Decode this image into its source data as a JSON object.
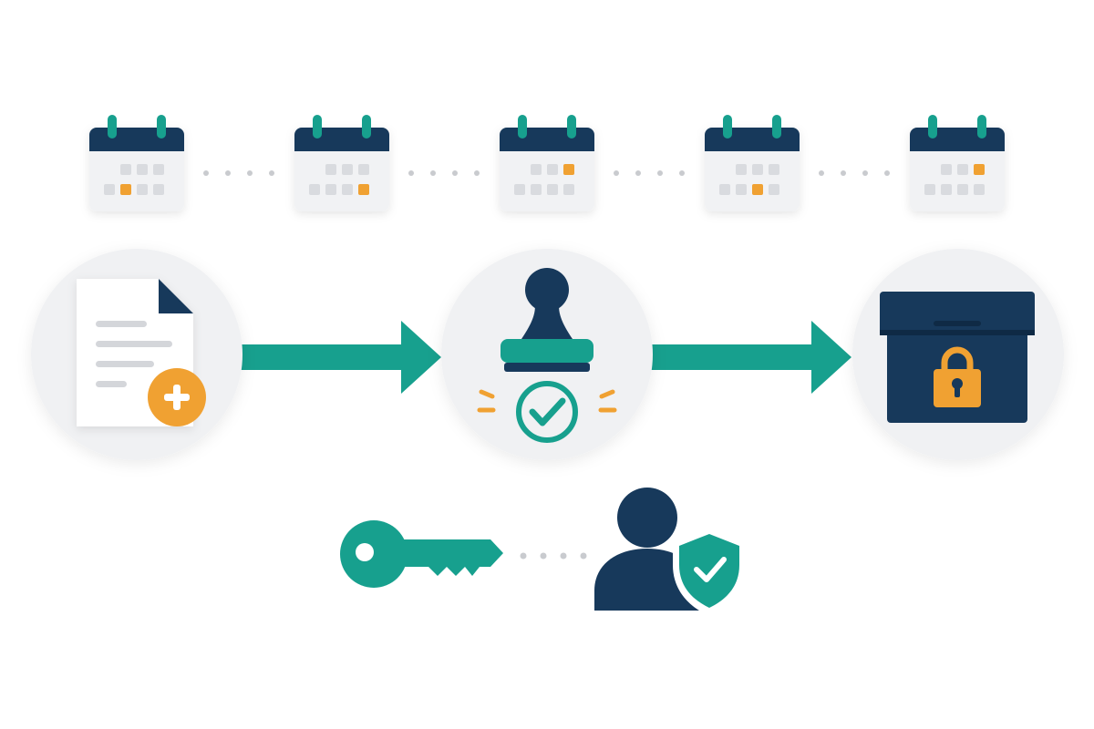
{
  "colors": {
    "background": "#ffffff",
    "navy": "#17395b",
    "teal": "#17a08e",
    "orange": "#f0a132",
    "circle_fill": "#f0f1f3",
    "calendar_body": "#f1f2f4",
    "calendar_cell": "#d9dbdf",
    "document_lines": "#d4d6da",
    "dot": "#c9cbcf"
  },
  "timeline": {
    "calendars": [
      {
        "highlight_row": 2,
        "highlight_col": 2
      },
      {
        "highlight_row": 2,
        "highlight_col": 4
      },
      {
        "highlight_row": 1,
        "highlight_col": 4
      },
      {
        "highlight_row": 2,
        "highlight_col": 3
      },
      {
        "highlight_row": 1,
        "highlight_col": 4
      }
    ]
  },
  "workflow": {
    "steps": [
      {
        "icon": "new-document-icon"
      },
      {
        "icon": "approval-stamp-icon"
      },
      {
        "icon": "locked-archive-icon"
      }
    ],
    "connector": "arrow-right-icon"
  },
  "access": {
    "icons": [
      "key-icon",
      "verified-user-icon"
    ]
  }
}
